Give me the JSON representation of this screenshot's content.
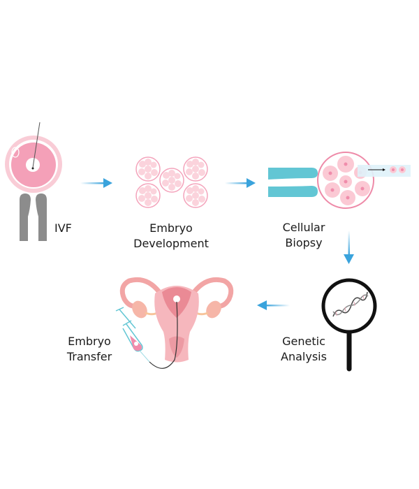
{
  "steps": {
    "ivf": {
      "label": "IVF"
    },
    "development": {
      "line1": "Embryo",
      "line2": "Development"
    },
    "biopsy": {
      "line1": "Cellular",
      "line2": "Biopsy"
    },
    "analysis": {
      "line1": "Genetic",
      "line2": "Analysis"
    },
    "transfer": {
      "line1": "Embryo",
      "line2": "Transfer"
    }
  },
  "colors": {
    "arrow": "#3aa3dc",
    "pink": "#f4a3bb",
    "light_pink": "#f9ccd6",
    "teal": "#62c6d4",
    "gray": "#8c8c8c",
    "uterus": "#f2a5a5"
  }
}
